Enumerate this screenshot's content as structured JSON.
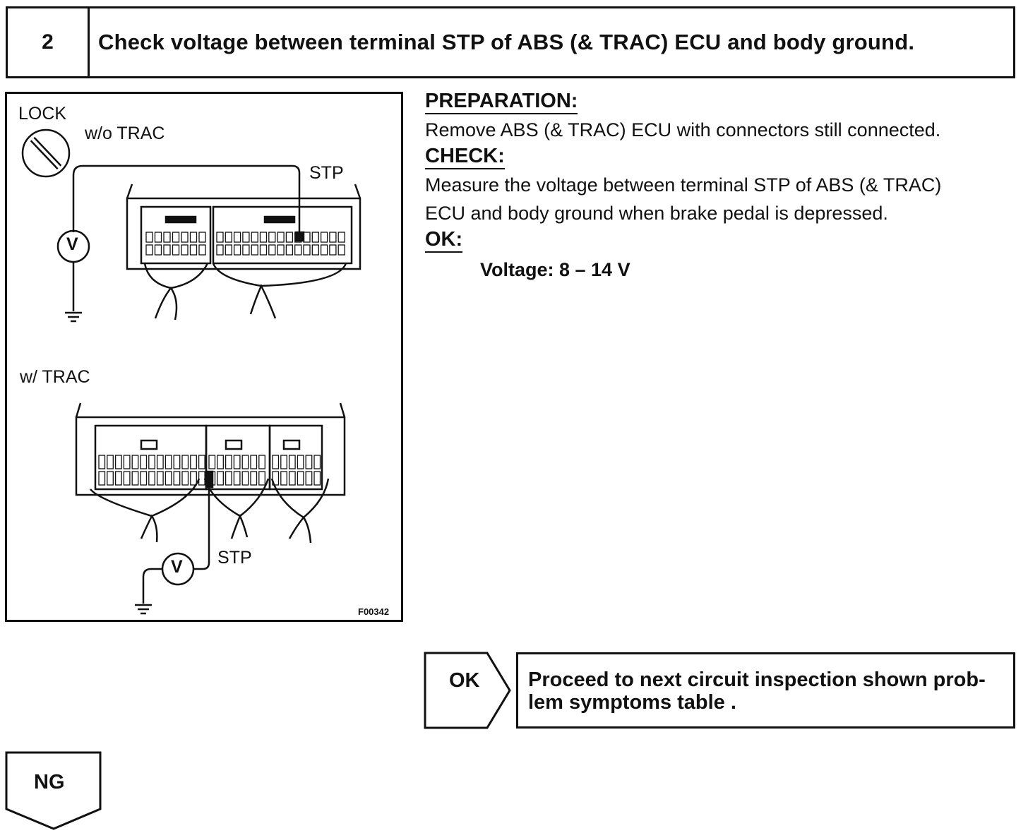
{
  "step": {
    "number": "2",
    "title": "Check voltage between terminal STP of ABS (& TRAC) ECU and body ground."
  },
  "figure": {
    "lock_label": "LOCK",
    "variant_without": "w/o TRAC",
    "variant_with": "w/ TRAC",
    "terminal_label_top": "STP",
    "terminal_label_bottom": "STP",
    "voltmeter_symbol": "V",
    "figure_code": "F00342",
    "icons": [
      "ignition-key-lock-icon",
      "voltmeter-icon",
      "ground-symbol-icon",
      "ecu-connector-icon"
    ]
  },
  "instructions": {
    "preparation_heading": "PREPARATION:",
    "preparation_text": "Remove ABS (& TRAC) ECU with connectors still connected.",
    "check_heading": "CHECK:",
    "check_line1": "Measure the voltage between terminal STP of ABS (& TRAC)",
    "check_line2": "ECU and body ground when brake pedal is depressed.",
    "ok_heading": "OK:",
    "ok_spec": "Voltage: 8 – 14 V"
  },
  "flow": {
    "ok_label": "OK",
    "ok_result": "Proceed to next circuit inspection shown prob-lem symptoms table .",
    "ok_result_line1": "Proceed to next circuit inspection shown prob-",
    "ok_result_line2": "lem symptoms table .",
    "ng_label": "NG"
  }
}
